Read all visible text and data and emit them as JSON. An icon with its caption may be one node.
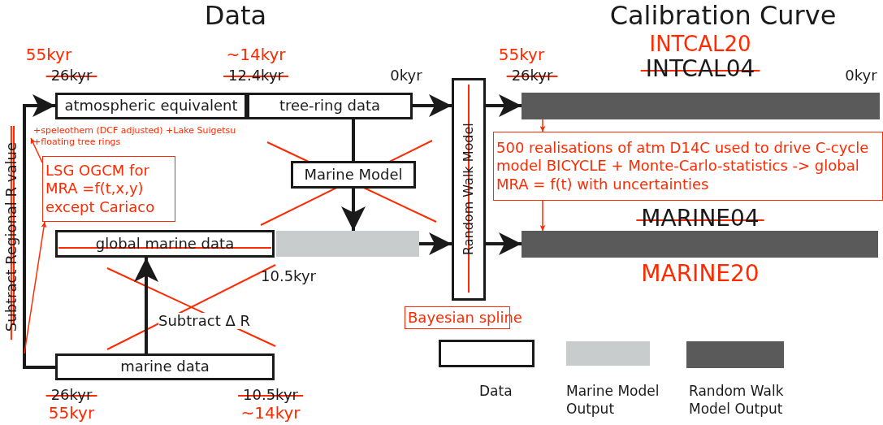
{
  "diagram": {
    "nodes": [
      {
        "text": [
          "atmospheric equivalent"
        ]
      },
      {
        "text": [
          "tree-ring data"
        ]
      },
      {
        "text": [
          "Marine Model"
        ]
      },
      {
        "text": [
          "global marine data"
        ]
      },
      {
        "text": [
          "marine data"
        ]
      },
      {
        "text": [
          "Random Walk Model"
        ]
      },
      {
        "text": [],
        "shape": "bar"
      },
      {
        "text": [],
        "shape": "bar"
      },
      {
        "text": [],
        "shape": "bar"
      },
      {
        "text": [
          "LSG OGCM for MRA =f(t,x,y) except Cariaco"
        ]
      },
      {
        "text": [
          "+speleothem (DCF adjusted) +Lake Suigetsu +floating tree rings"
        ]
      },
      {
        "text": [
          "500 realisations of atm D14C used to drive C-cycle model BICYCLE + Monte-Carlo-statistics -> global MRA = f(t) with uncertainties"
        ]
      },
      {
        "text": [
          "Bayesian spline"
        ]
      }
    ],
    "edges": [
      {
        "from": 4,
        "to": 0,
        "arrow": "to",
        "label": "Subtract Regional R value"
      },
      {
        "from": 1,
        "to": 5,
        "arrow": "to"
      },
      {
        "from": 1,
        "to": 2,
        "arrow": "none"
      },
      {
        "from": 2,
        "to": 8,
        "arrow": "to"
      },
      {
        "from": 4,
        "to": 3,
        "arrow": "to",
        "label": "Subtract Δ R"
      },
      {
        "from": 8,
        "to": 5,
        "arrow": "to"
      },
      {
        "from": 5,
        "to": 6,
        "arrow": "to"
      },
      {
        "from": 5,
        "to": 7,
        "arrow": "to"
      },
      {
        "from": 6,
        "to": 11,
        "arrow": "to",
        "color": "#ff2a00"
      },
      {
        "from": 11,
        "to": 7,
        "arrow": "to",
        "color": "#ff2a00"
      },
      {
        "from": null,
        "to": 9,
        "arrow": "to",
        "color": "#ff2a00"
      },
      {
        "from": 9,
        "to": 10,
        "arrow": "to",
        "color": "#ff2a00"
      }
    ],
    "labels": [
      "Data",
      "Calibration Curve",
      "55kyr",
      "~14kyr",
      "INTCAL20",
      "26kyr",
      "12.4kyr",
      "0kyr",
      "55kyr",
      "26kyr",
      "INTCAL04",
      "0kyr",
      "MARINE04",
      "10.5kyr",
      "MARINE20",
      "26kyr",
      "10.5kyr",
      "55kyr",
      "~14kyr"
    ],
    "legend": [
      {
        "text": "Data"
      },
      {
        "text": "Marine Model Output",
        "color": "#c8cccc"
      },
      {
        "text": "Random Walk Model Output",
        "color": "#5a5a5a"
      }
    ]
  }
}
